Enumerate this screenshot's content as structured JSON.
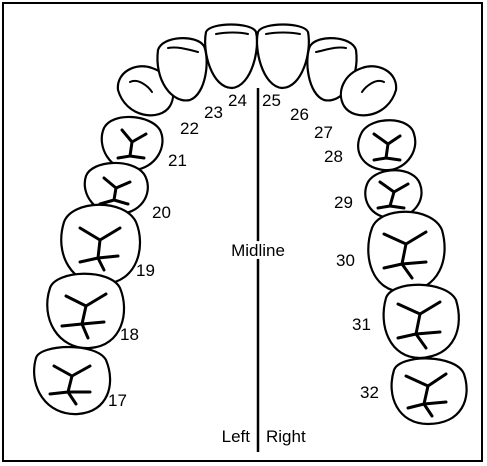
{
  "diagram": {
    "midline_label": "Midline",
    "left_label": "Left",
    "right_label": "Right",
    "teeth": [
      {
        "number": "17",
        "type": "molar"
      },
      {
        "number": "18",
        "type": "molar"
      },
      {
        "number": "19",
        "type": "molar"
      },
      {
        "number": "20",
        "type": "premolar"
      },
      {
        "number": "21",
        "type": "premolar"
      },
      {
        "number": "22",
        "type": "canine"
      },
      {
        "number": "23",
        "type": "incisor"
      },
      {
        "number": "24",
        "type": "incisor"
      },
      {
        "number": "25",
        "type": "incisor"
      },
      {
        "number": "26",
        "type": "incisor"
      },
      {
        "number": "27",
        "type": "canine"
      },
      {
        "number": "28",
        "type": "premolar"
      },
      {
        "number": "29",
        "type": "premolar"
      },
      {
        "number": "30",
        "type": "molar"
      },
      {
        "number": "31",
        "type": "molar"
      },
      {
        "number": "32",
        "type": "molar"
      }
    ]
  }
}
